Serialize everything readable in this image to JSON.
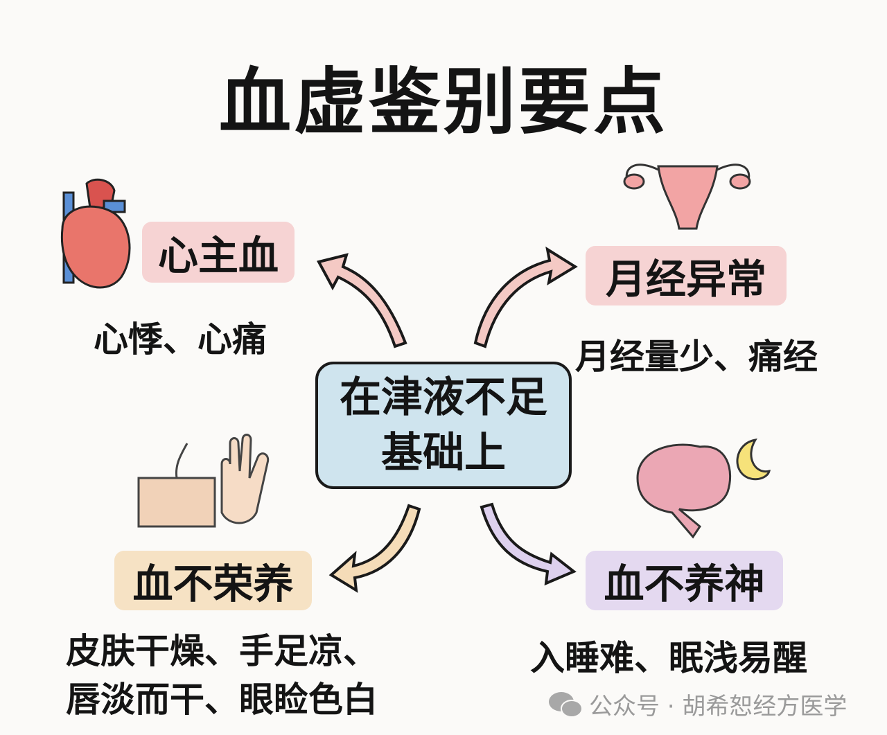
{
  "title": "血虚鉴别要点",
  "center": {
    "line1": "在津液不足",
    "line2": "基础上"
  },
  "branches": [
    {
      "label": "心主血",
      "desc": "心悸、心痛",
      "color": "#f6d3d3",
      "icon": "heart-icon"
    },
    {
      "label": "月经异常",
      "desc": "月经量少、痛经",
      "color": "#f6d3d3",
      "icon": "uterus-icon"
    },
    {
      "label": "血不荣养",
      "desc_line1": "皮肤干燥、手足凉、",
      "desc_line2": "唇淡而干、眼睑色白",
      "color": "#f6e2c4",
      "icon": "skin-hand-icon"
    },
    {
      "label": "血不养神",
      "desc": "入睡难、眠浅易醒",
      "color": "#e4d9f0",
      "icon": "brain-moon-icon"
    }
  ],
  "watermark": "公众号 · 胡希恕经方医学"
}
